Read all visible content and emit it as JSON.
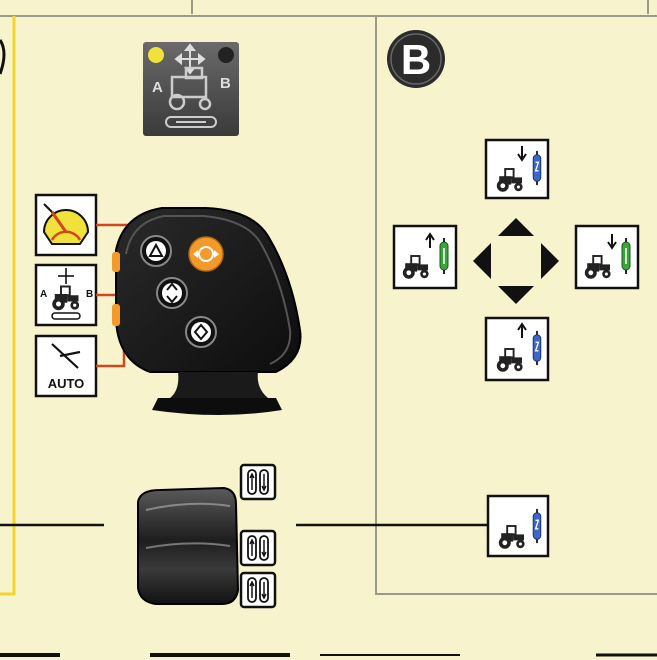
{
  "panel_b": {
    "badge": "B"
  },
  "mode_icon": {
    "label_a": "A",
    "label_b": "B"
  },
  "side_icons": {
    "gauge": {
      "icon": "gauge-icon"
    },
    "mode_ab": {
      "label_a": "A",
      "label_b": "B"
    },
    "auto": {
      "label": "AUTO"
    }
  },
  "colors": {
    "background": "#f7f3cc",
    "yellow_frame": "#f2d62a",
    "accent_orange": "#f39a2b",
    "connector_red": "#d0461f",
    "cylinder_blue": "#3a67c8",
    "cylinder_green": "#3aa53a",
    "grey_rule": "#9a9a8a"
  }
}
